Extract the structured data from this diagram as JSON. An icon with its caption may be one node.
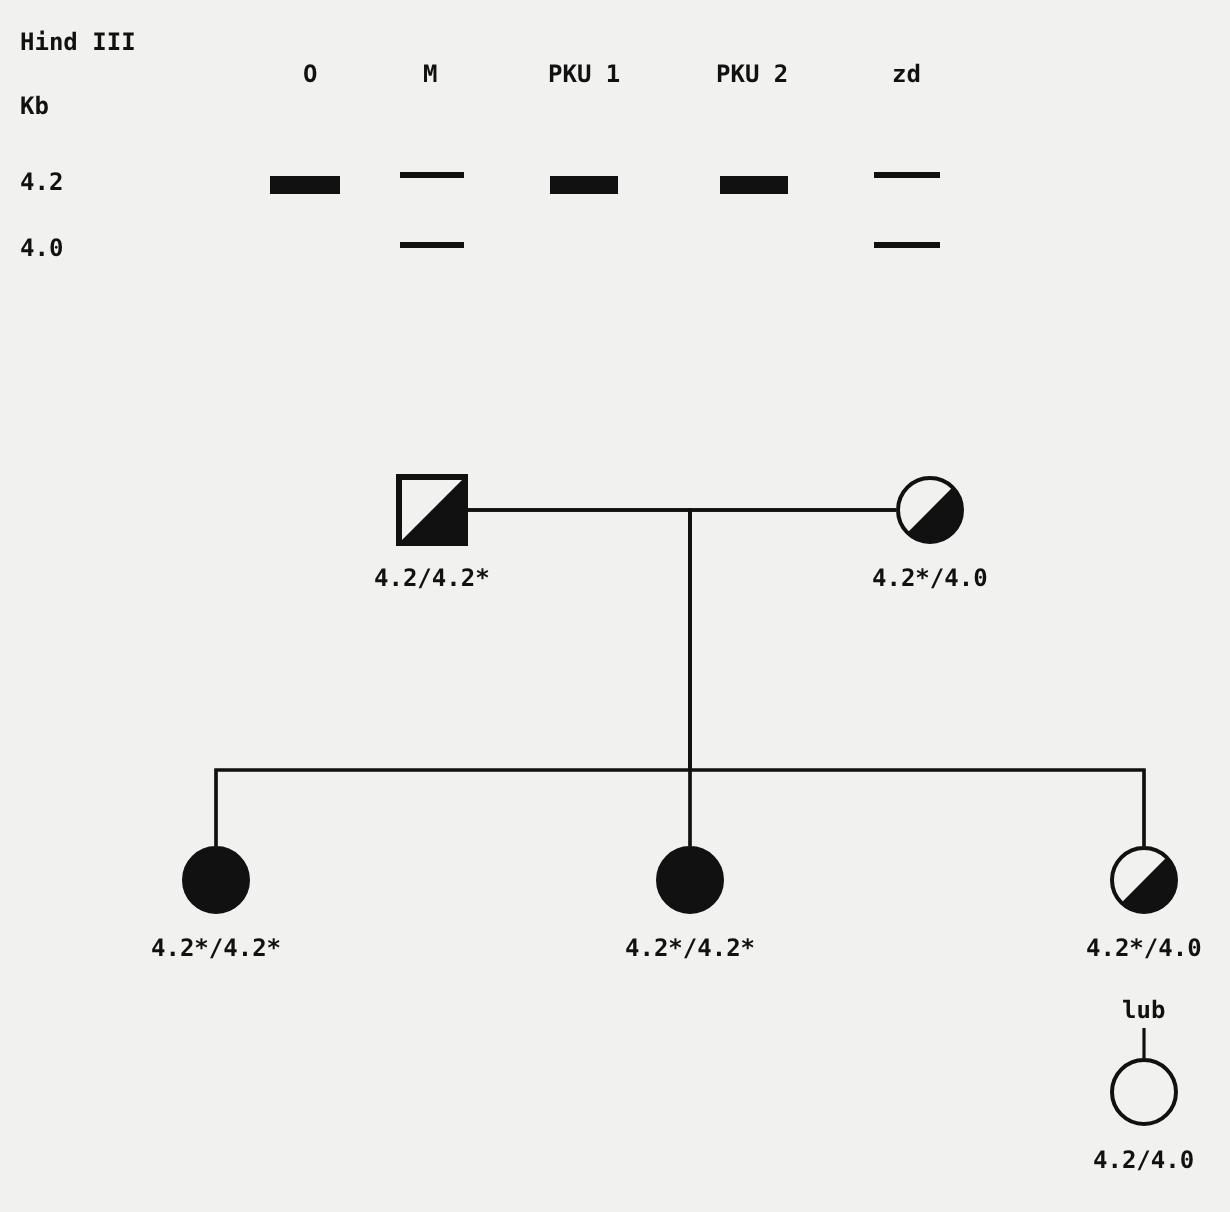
{
  "diagram": {
    "nodes": [
      {
        "text": [],
        "shape": "box",
        "beside": [
          "4.2/4.2*"
        ]
      },
      {
        "text": [],
        "shape": "circle",
        "beside": [
          "4.2*/4.0"
        ]
      },
      {
        "text": [],
        "shape": "circle",
        "beside": [
          "4.2*/4.2*"
        ]
      },
      {
        "text": [],
        "shape": "circle",
        "beside": [
          "4.2*/4.2*"
        ]
      },
      {
        "text": [],
        "shape": "circle",
        "beside": [
          "4.2*/4.0"
        ]
      },
      {
        "text": [
          "lub"
        ]
      },
      {
        "text": [],
        "shape": "circle",
        "beside": [
          "4.2/4.0"
        ]
      }
    ],
    "edges": [
      {
        "from": 0,
        "to": 1,
        "arrow": "none"
      },
      {
        "from": 0,
        "to": 2,
        "arrow": "none"
      },
      {
        "from": 0,
        "to": 3,
        "arrow": "none"
      },
      {
        "from": 0,
        "to": 4,
        "arrow": "none"
      },
      {
        "from": 1,
        "to": 2,
        "arrow": "none"
      },
      {
        "from": 1,
        "to": 3,
        "arrow": "none"
      },
      {
        "from": 1,
        "to": 4,
        "arrow": "none"
      },
      {
        "from": 5,
        "to": 6,
        "arrow": "none"
      }
    ],
    "labels": [
      "Hind III",
      "O",
      "M",
      "PKU 1",
      "PKU 2",
      "zd",
      "Kb",
      "4.2",
      "4.0"
    ]
  }
}
